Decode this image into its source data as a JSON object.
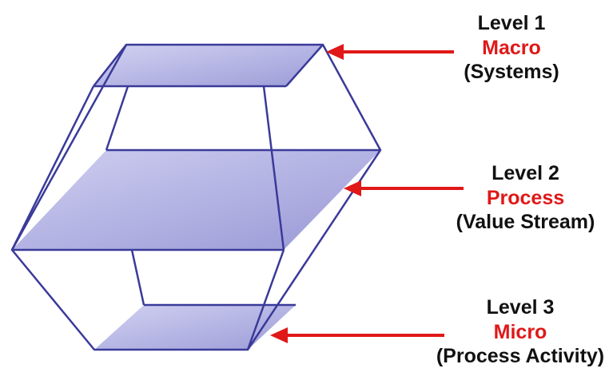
{
  "colors": {
    "outline": "#3a3a9a",
    "fill_top": "#c8c8ee",
    "fill_bottom": "#9a9ad8",
    "arrow": "#e01818",
    "level_name": "#e01818",
    "text": "#111111"
  },
  "levels": [
    {
      "level": "Level 1",
      "name": "Macro",
      "description": "(Systems)"
    },
    {
      "level": "Level 2",
      "name": "Process",
      "description": "(Value Stream)"
    },
    {
      "level": "Level 3",
      "name": "Micro",
      "description": "(Process Activity)"
    }
  ]
}
